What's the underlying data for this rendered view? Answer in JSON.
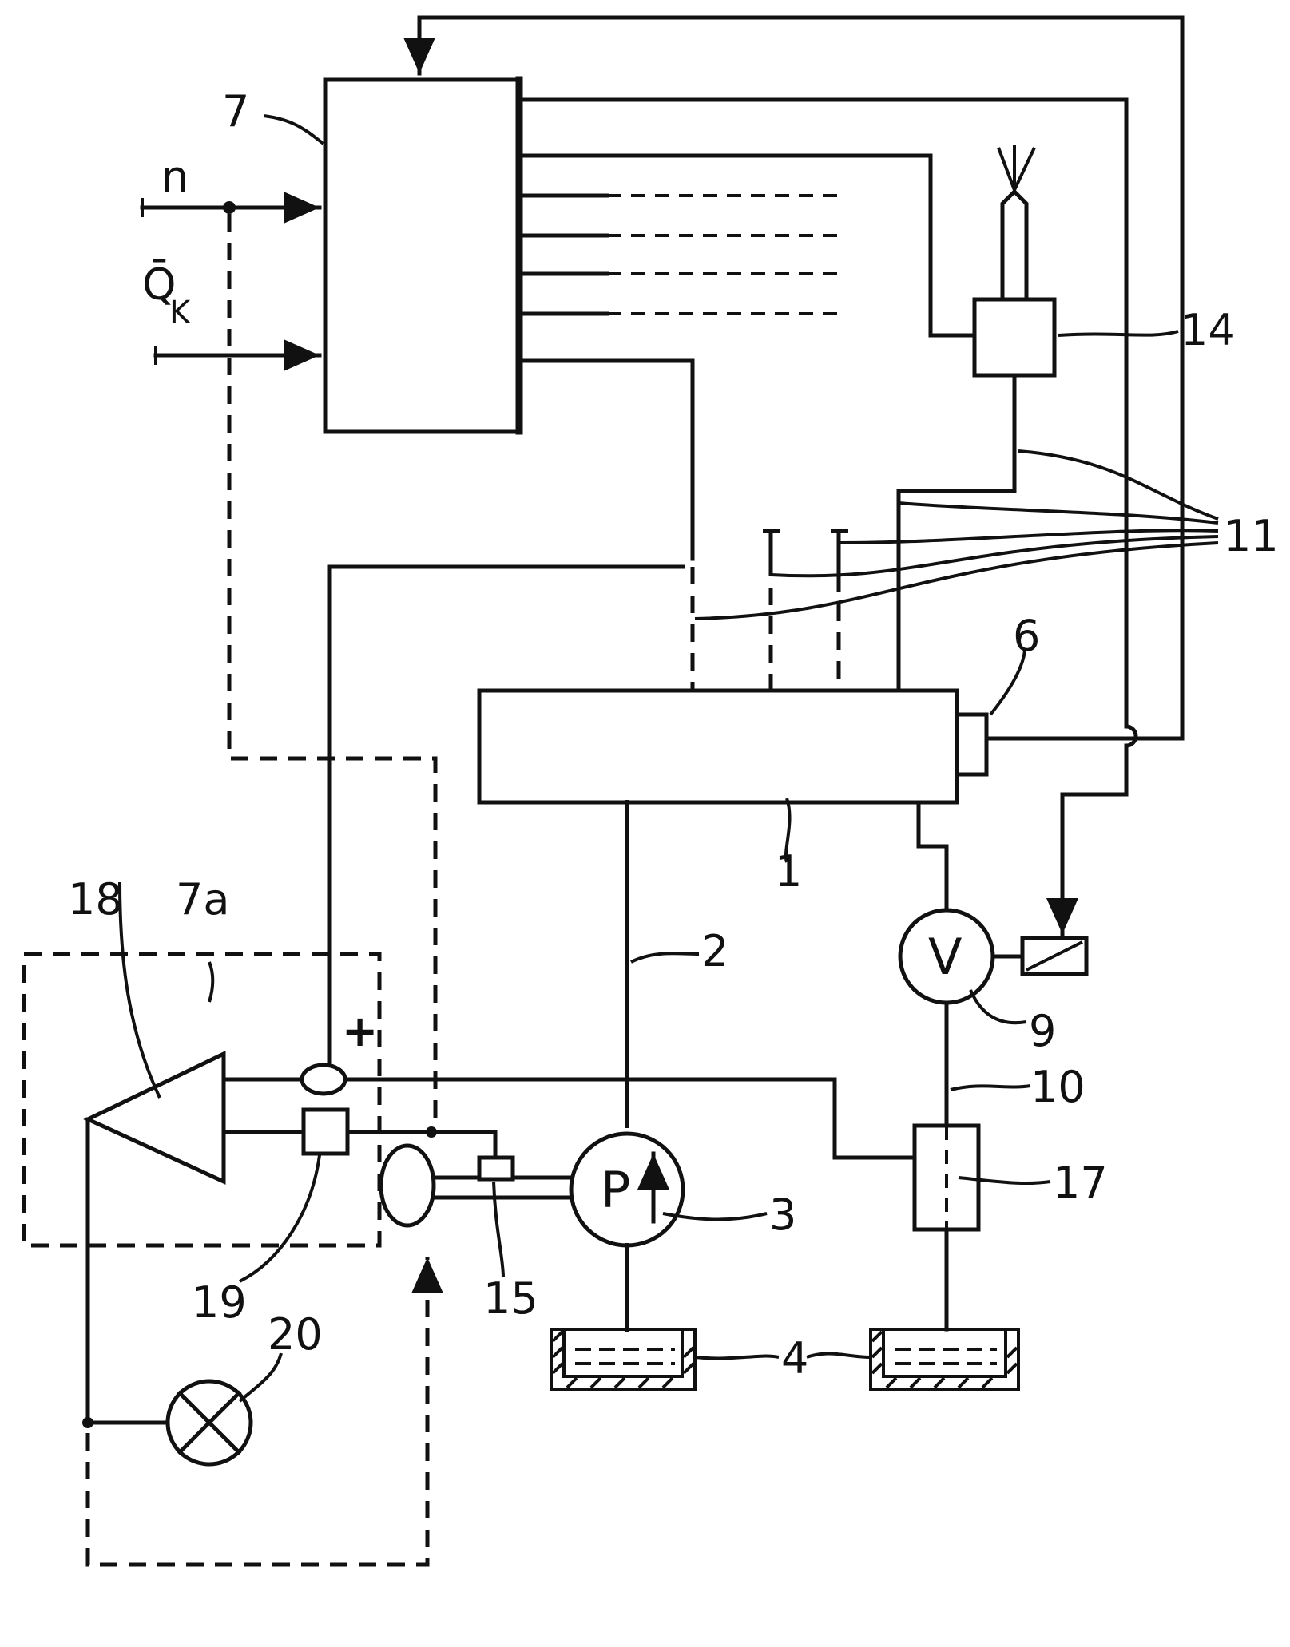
{
  "labels": {
    "n": "n",
    "qk_bar": "Q̄",
    "qk_sub": "K",
    "plus": "+",
    "pump_p": "P",
    "valve_v": "V",
    "ref_1": "1",
    "ref_2": "2",
    "ref_3": "3",
    "ref_4": "4",
    "ref_6": "6",
    "ref_7": "7",
    "ref_7a": "7a",
    "ref_9": "9",
    "ref_10": "10",
    "ref_11": "11",
    "ref_14": "14",
    "ref_15": "15",
    "ref_17": "17",
    "ref_18": "18",
    "ref_19": "19",
    "ref_20": "20"
  },
  "colors": {
    "ink": "#111111",
    "background": "#ffffff"
  }
}
